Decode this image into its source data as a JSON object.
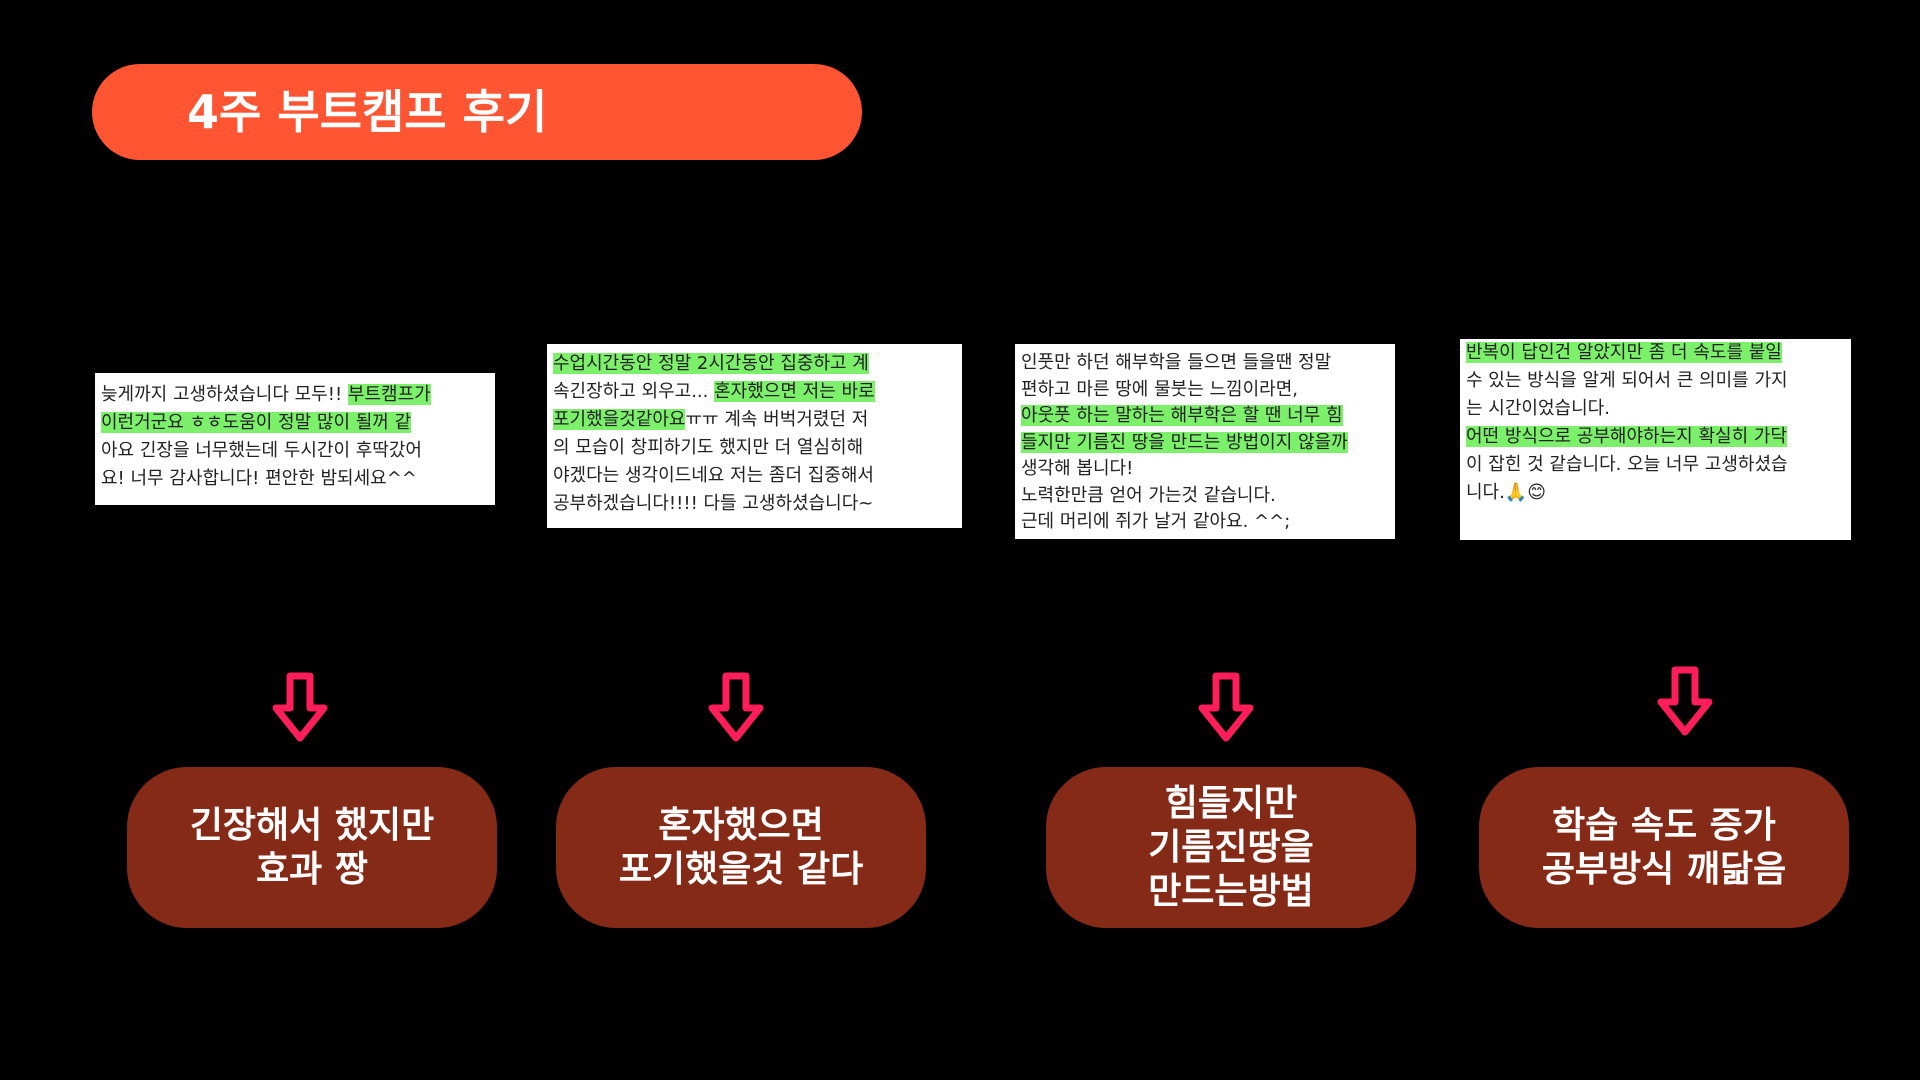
{
  "title": "4주 부트캠프 후기",
  "colors": {
    "title_bg": "#FF5533",
    "arrow": "#FF1E5A",
    "box_bg": "#862A18",
    "highlight": "#7CF06A"
  },
  "reviews": [
    {
      "lines": [
        [
          {
            "t": "늦게까지 고생하셨습니다 모두!! "
          },
          {
            "t": "부트캠프가",
            "hl": true
          }
        ],
        [
          {
            "t": " 이런거군요 ㅎㅎ도움이 정말 많이 될꺼 같",
            "hl": true
          }
        ],
        [
          {
            "t": "아요 긴장을 너무했는데 두시간이 후딱갔어"
          }
        ],
        [
          {
            "t": "요! 너무 감사합니다! 편안한 밤되세요^^"
          }
        ]
      ]
    },
    {
      "lines": [
        [
          {
            "t": "수업시간동안 정말 2시간동안 집중하고 계",
            "hl": true
          }
        ],
        [
          {
            "t": "속긴장하고 외우고... "
          },
          {
            "t": "혼자했으면 저는 바로",
            "hl": true
          }
        ],
        [
          {
            "t": "포기했을것같아요",
            "hl": true
          },
          {
            "t": "ㅠㅠ 계속 버벅거렸던 저"
          }
        ],
        [
          {
            "t": "의 모습이 창피하기도 했지만  더 열심히해"
          }
        ],
        [
          {
            "t": "야겠다는 생각이드네요  저는 좀더 집중해서"
          }
        ],
        [
          {
            "t": " 공부하겠습니다!!!! 다들 고생하셨습니다~"
          }
        ]
      ]
    },
    {
      "lines": [
        [
          {
            "t": "인풋만 하던 해부학을 들으면 들을땐 정말"
          }
        ],
        [
          {
            "t": "편하고 마른 땅에 물붓는 느낌이라면,"
          }
        ],
        [
          {
            "t": "아웃풋 하는 말하는 해부학은 할 땐 너무 힘",
            "hl": true
          }
        ],
        [
          {
            "t": "들지만 기름진 땅을 만드는 방법이지 않을까",
            "hl": true
          }
        ],
        [
          {
            "t": " 생각해 봅니다!"
          }
        ],
        [
          {
            "t": "노력한만큼 얻어 가는것 같습니다."
          }
        ],
        [
          {
            "t": "근데 머리에 쥐가 날거 같아요. ^^;"
          }
        ]
      ]
    },
    {
      "lines": [
        [
          {
            "t": "반복이 답인건 알았지만 좀 더 속도를 붙일",
            "hl": true
          }
        ],
        [
          {
            "t": "수 있는 방식을 알게 되어서 큰 의미를 가지"
          }
        ],
        [
          {
            "t": "는 시간이었습니다."
          }
        ],
        [
          {
            "t": " "
          }
        ],
        [
          {
            "t": "어떤 방식으로 공부해야하는지 확실히 가닥",
            "hl": true
          }
        ],
        [
          {
            "t": "이 잡힌 것 같습니다. 오늘 너무 고생하셨습"
          }
        ],
        [
          {
            "t": "니다.🙏😊"
          }
        ]
      ]
    }
  ],
  "summaries": [
    "긴장해서 했지만\n효과 짱",
    "혼자했으면\n포기했을것 같다",
    "힘들지만\n기름진땅을\n만드는방법",
    "학습 속도 증가\n공부방식 깨닮음"
  ]
}
